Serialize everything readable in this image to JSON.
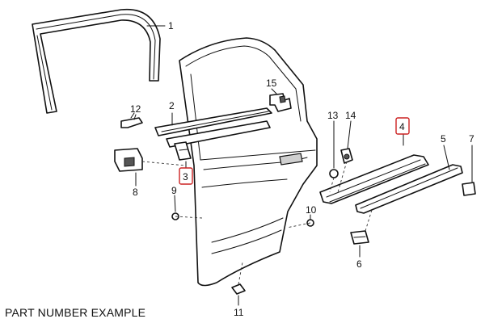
{
  "callouts": [
    "1",
    "2",
    "3",
    "4",
    "5",
    "6",
    "7",
    "8",
    "9",
    "10",
    "11",
    "12",
    "13",
    "14",
    "15"
  ],
  "highlight_color": "#cc2222",
  "footer_text": "PART NUMBER EXAMPLE"
}
